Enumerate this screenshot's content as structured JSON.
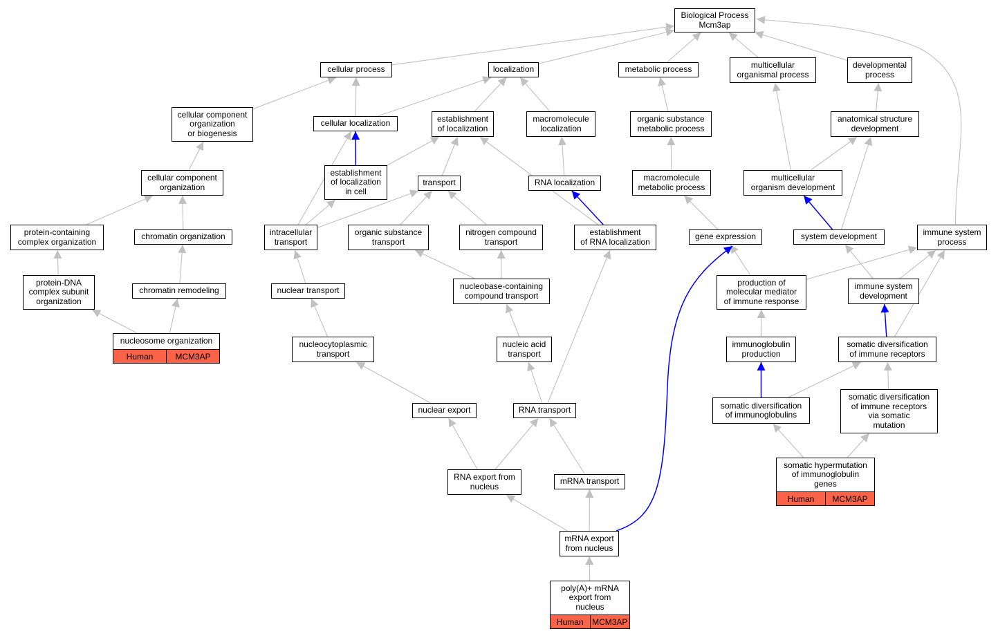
{
  "colors": {
    "edge_default": "#c0c0c0",
    "edge_highlight": "#0000ff",
    "annotation_fill": "#fa6348",
    "node_border": "#000000"
  },
  "nodes": [
    {
      "id": "bp",
      "label": "Biological Process\nMcm3ap"
    },
    {
      "id": "cellular_process",
      "label": "cellular process"
    },
    {
      "id": "localization",
      "label": "localization"
    },
    {
      "id": "metabolic_process",
      "label": "metabolic process"
    },
    {
      "id": "multicellular_organismal_process",
      "label": "multicellular\norganismal process"
    },
    {
      "id": "developmental_process",
      "label": "developmental\nprocess"
    },
    {
      "id": "cellular_component_org_biogenesis",
      "label": "cellular component\norganization\nor biogenesis"
    },
    {
      "id": "cellular_localization",
      "label": "cellular localization"
    },
    {
      "id": "establishment_of_localization",
      "label": "establishment\nof localization"
    },
    {
      "id": "macromolecule_localization",
      "label": "macromolecule\nlocalization"
    },
    {
      "id": "organic_substance_metabolic_process",
      "label": "organic substance\nmetabolic process"
    },
    {
      "id": "anatomical_structure_development",
      "label": "anatomical structure\ndevelopment"
    },
    {
      "id": "cellular_component_organization",
      "label": "cellular component\norganization"
    },
    {
      "id": "establishment_of_localization_in_cell",
      "label": "establishment\nof localization\nin cell"
    },
    {
      "id": "transport",
      "label": "transport"
    },
    {
      "id": "rna_localization",
      "label": "RNA localization"
    },
    {
      "id": "macromolecule_metabolic_process",
      "label": "macromolecule\nmetabolic process"
    },
    {
      "id": "multicellular_organism_development",
      "label": "multicellular\norganism development"
    },
    {
      "id": "protein_containing_complex_organization",
      "label": "protein-containing\ncomplex organization"
    },
    {
      "id": "chromatin_organization",
      "label": "chromatin organization"
    },
    {
      "id": "intracellular_transport",
      "label": "intracellular\ntransport"
    },
    {
      "id": "organic_substance_transport",
      "label": "organic substance\ntransport"
    },
    {
      "id": "nitrogen_compound_transport",
      "label": "nitrogen compound\ntransport"
    },
    {
      "id": "establishment_of_rna_localization",
      "label": "establishment\nof RNA localization"
    },
    {
      "id": "gene_expression",
      "label": "gene expression"
    },
    {
      "id": "system_development",
      "label": "system development"
    },
    {
      "id": "immune_system_process",
      "label": "immune system\nprocess"
    },
    {
      "id": "protein_dna_complex_subunit_organization",
      "label": "protein-DNA\ncomplex subunit\norganization"
    },
    {
      "id": "chromatin_remodeling",
      "label": "chromatin remodeling"
    },
    {
      "id": "nuclear_transport",
      "label": "nuclear transport"
    },
    {
      "id": "nucleobase_containing_compound_transport",
      "label": "nucleobase-containing\ncompound transport"
    },
    {
      "id": "production_of_molecular_mediator",
      "label": "production of\nmolecular mediator\nof immune response"
    },
    {
      "id": "immune_system_development",
      "label": "immune system\ndevelopment"
    },
    {
      "id": "nucleosome_organization",
      "label": "nucleosome organization"
    },
    {
      "id": "nucleocytoplasmic_transport",
      "label": "nucleocytoplasmic\ntransport"
    },
    {
      "id": "nucleic_acid_transport",
      "label": "nucleic acid\ntransport"
    },
    {
      "id": "immunoglobulin_production",
      "label": "immunoglobulin\nproduction"
    },
    {
      "id": "somatic_diversification_of_immune_receptors",
      "label": "somatic diversification\nof immune receptors"
    },
    {
      "id": "nuclear_export",
      "label": "nuclear export"
    },
    {
      "id": "rna_transport",
      "label": "RNA transport"
    },
    {
      "id": "somatic_diversification_of_immunoglobulins",
      "label": "somatic diversification\nof immunoglobulins"
    },
    {
      "id": "somatic_diversification_via_somatic_mutation",
      "label": "somatic diversification\nof immune receptors\nvia somatic\nmutation"
    },
    {
      "id": "rna_export_from_nucleus",
      "label": "RNA export from\nnucleus"
    },
    {
      "id": "mrna_transport",
      "label": "mRNA transport"
    },
    {
      "id": "somatic_hypermutation",
      "label": "somatic hypermutation\nof immunoglobulin\ngenes"
    },
    {
      "id": "mrna_export_from_nucleus",
      "label": "mRNA export\nfrom nucleus"
    },
    {
      "id": "polya_mrna_export",
      "label": "poly(A)+ mRNA\nexport from\nnucleus"
    }
  ],
  "annotations": [
    {
      "node": "nucleosome_organization",
      "species": "Human",
      "gene": "MCM3AP"
    },
    {
      "node": "somatic_hypermutation",
      "species": "Human",
      "gene": "MCM3AP"
    },
    {
      "node": "polya_mrna_export",
      "species": "Human",
      "gene": "MCM3AP"
    }
  ],
  "edges": [
    {
      "from": "cellular_process",
      "to": "bp",
      "color": "default"
    },
    {
      "from": "localization",
      "to": "bp",
      "color": "default"
    },
    {
      "from": "metabolic_process",
      "to": "bp",
      "color": "default"
    },
    {
      "from": "multicellular_organismal_process",
      "to": "bp",
      "color": "default"
    },
    {
      "from": "developmental_process",
      "to": "bp",
      "color": "default"
    },
    {
      "from": "immune_system_process",
      "to": "bp",
      "color": "default"
    },
    {
      "from": "cellular_component_org_biogenesis",
      "to": "cellular_process",
      "color": "default"
    },
    {
      "from": "cellular_localization",
      "to": "cellular_process",
      "color": "default"
    },
    {
      "from": "cellular_localization",
      "to": "localization",
      "color": "default"
    },
    {
      "from": "establishment_of_localization",
      "to": "localization",
      "color": "default"
    },
    {
      "from": "macromolecule_localization",
      "to": "localization",
      "color": "default"
    },
    {
      "from": "organic_substance_metabolic_process",
      "to": "metabolic_process",
      "color": "default"
    },
    {
      "from": "anatomical_structure_development",
      "to": "developmental_process",
      "color": "default"
    },
    {
      "from": "multicellular_organism_development",
      "to": "multicellular_organismal_process",
      "color": "default"
    },
    {
      "from": "multicellular_organism_development",
      "to": "anatomical_structure_development",
      "color": "default"
    },
    {
      "from": "cellular_component_organization",
      "to": "cellular_component_org_biogenesis",
      "color": "default"
    },
    {
      "from": "establishment_of_localization_in_cell",
      "to": "cellular_localization",
      "color": "highlight"
    },
    {
      "from": "establishment_of_localization_in_cell",
      "to": "establishment_of_localization",
      "color": "default"
    },
    {
      "from": "transport",
      "to": "establishment_of_localization",
      "color": "default"
    },
    {
      "from": "rna_localization",
      "to": "macromolecule_localization",
      "color": "default"
    },
    {
      "from": "macromolecule_metabolic_process",
      "to": "organic_substance_metabolic_process",
      "color": "default"
    },
    {
      "from": "protein_containing_complex_organization",
      "to": "cellular_component_organization",
      "color": "default"
    },
    {
      "from": "chromatin_organization",
      "to": "cellular_component_organization",
      "color": "default"
    },
    {
      "from": "intracellular_transport",
      "to": "cellular_localization",
      "color": "default"
    },
    {
      "from": "intracellular_transport",
      "to": "establishment_of_localization_in_cell",
      "color": "default"
    },
    {
      "from": "intracellular_transport",
      "to": "transport",
      "color": "default"
    },
    {
      "from": "organic_substance_transport",
      "to": "transport",
      "color": "default"
    },
    {
      "from": "nitrogen_compound_transport",
      "to": "transport",
      "color": "default"
    },
    {
      "from": "establishment_of_rna_localization",
      "to": "rna_localization",
      "color": "highlight"
    },
    {
      "from": "establishment_of_rna_localization",
      "to": "establishment_of_localization",
      "color": "default"
    },
    {
      "from": "gene_expression",
      "to": "macromolecule_metabolic_process",
      "color": "default"
    },
    {
      "from": "system_development",
      "to": "multicellular_organism_development",
      "color": "highlight"
    },
    {
      "from": "system_development",
      "to": "anatomical_structure_development",
      "color": "default"
    },
    {
      "from": "protein_dna_complex_subunit_organization",
      "to": "protein_containing_complex_organization",
      "color": "default"
    },
    {
      "from": "chromatin_remodeling",
      "to": "chromatin_organization",
      "color": "default"
    },
    {
      "from": "nuclear_transport",
      "to": "intracellular_transport",
      "color": "default"
    },
    {
      "from": "nucleobase_containing_compound_transport",
      "to": "organic_substance_transport",
      "color": "default"
    },
    {
      "from": "nucleobase_containing_compound_transport",
      "to": "nitrogen_compound_transport",
      "color": "default"
    },
    {
      "from": "production_of_molecular_mediator",
      "to": "gene_expression",
      "color": "default"
    },
    {
      "from": "production_of_molecular_mediator",
      "to": "immune_system_process",
      "color": "default"
    },
    {
      "from": "immune_system_development",
      "to": "system_development",
      "color": "default"
    },
    {
      "from": "immune_system_development",
      "to": "immune_system_process",
      "color": "default"
    },
    {
      "from": "nucleosome_organization",
      "to": "protein_dna_complex_subunit_organization",
      "color": "default"
    },
    {
      "from": "nucleosome_organization",
      "to": "chromatin_remodeling",
      "color": "default"
    },
    {
      "from": "nucleocytoplasmic_transport",
      "to": "nuclear_transport",
      "color": "default"
    },
    {
      "from": "nucleic_acid_transport",
      "to": "nucleobase_containing_compound_transport",
      "color": "default"
    },
    {
      "from": "immunoglobulin_production",
      "to": "production_of_molecular_mediator",
      "color": "default"
    },
    {
      "from": "somatic_diversification_of_immune_receptors",
      "to": "immune_system_development",
      "color": "highlight"
    },
    {
      "from": "somatic_diversification_of_immune_receptors",
      "to": "immune_system_process",
      "color": "default"
    },
    {
      "from": "nuclear_export",
      "to": "nucleocytoplasmic_transport",
      "color": "default"
    },
    {
      "from": "rna_transport",
      "to": "nucleic_acid_transport",
      "color": "default"
    },
    {
      "from": "rna_transport",
      "to": "establishment_of_rna_localization",
      "color": "default"
    },
    {
      "from": "somatic_diversification_of_immunoglobulins",
      "to": "immunoglobulin_production",
      "color": "highlight"
    },
    {
      "from": "somatic_diversification_of_immunoglobulins",
      "to": "somatic_diversification_of_immune_receptors",
      "color": "default"
    },
    {
      "from": "somatic_diversification_via_somatic_mutation",
      "to": "somatic_diversification_of_immune_receptors",
      "color": "default"
    },
    {
      "from": "rna_export_from_nucleus",
      "to": "nuclear_export",
      "color": "default"
    },
    {
      "from": "rna_export_from_nucleus",
      "to": "rna_transport",
      "color": "default"
    },
    {
      "from": "mrna_transport",
      "to": "rna_transport",
      "color": "default"
    },
    {
      "from": "somatic_hypermutation",
      "to": "somatic_diversification_of_immunoglobulins",
      "color": "default"
    },
    {
      "from": "somatic_hypermutation",
      "to": "somatic_diversification_via_somatic_mutation",
      "color": "default"
    },
    {
      "from": "mrna_export_from_nucleus",
      "to": "rna_export_from_nucleus",
      "color": "default"
    },
    {
      "from": "mrna_export_from_nucleus",
      "to": "mrna_transport",
      "color": "default"
    },
    {
      "from": "mrna_export_from_nucleus",
      "to": "gene_expression",
      "color": "highlight"
    },
    {
      "from": "polya_mrna_export",
      "to": "mrna_export_from_nucleus",
      "color": "default"
    }
  ]
}
